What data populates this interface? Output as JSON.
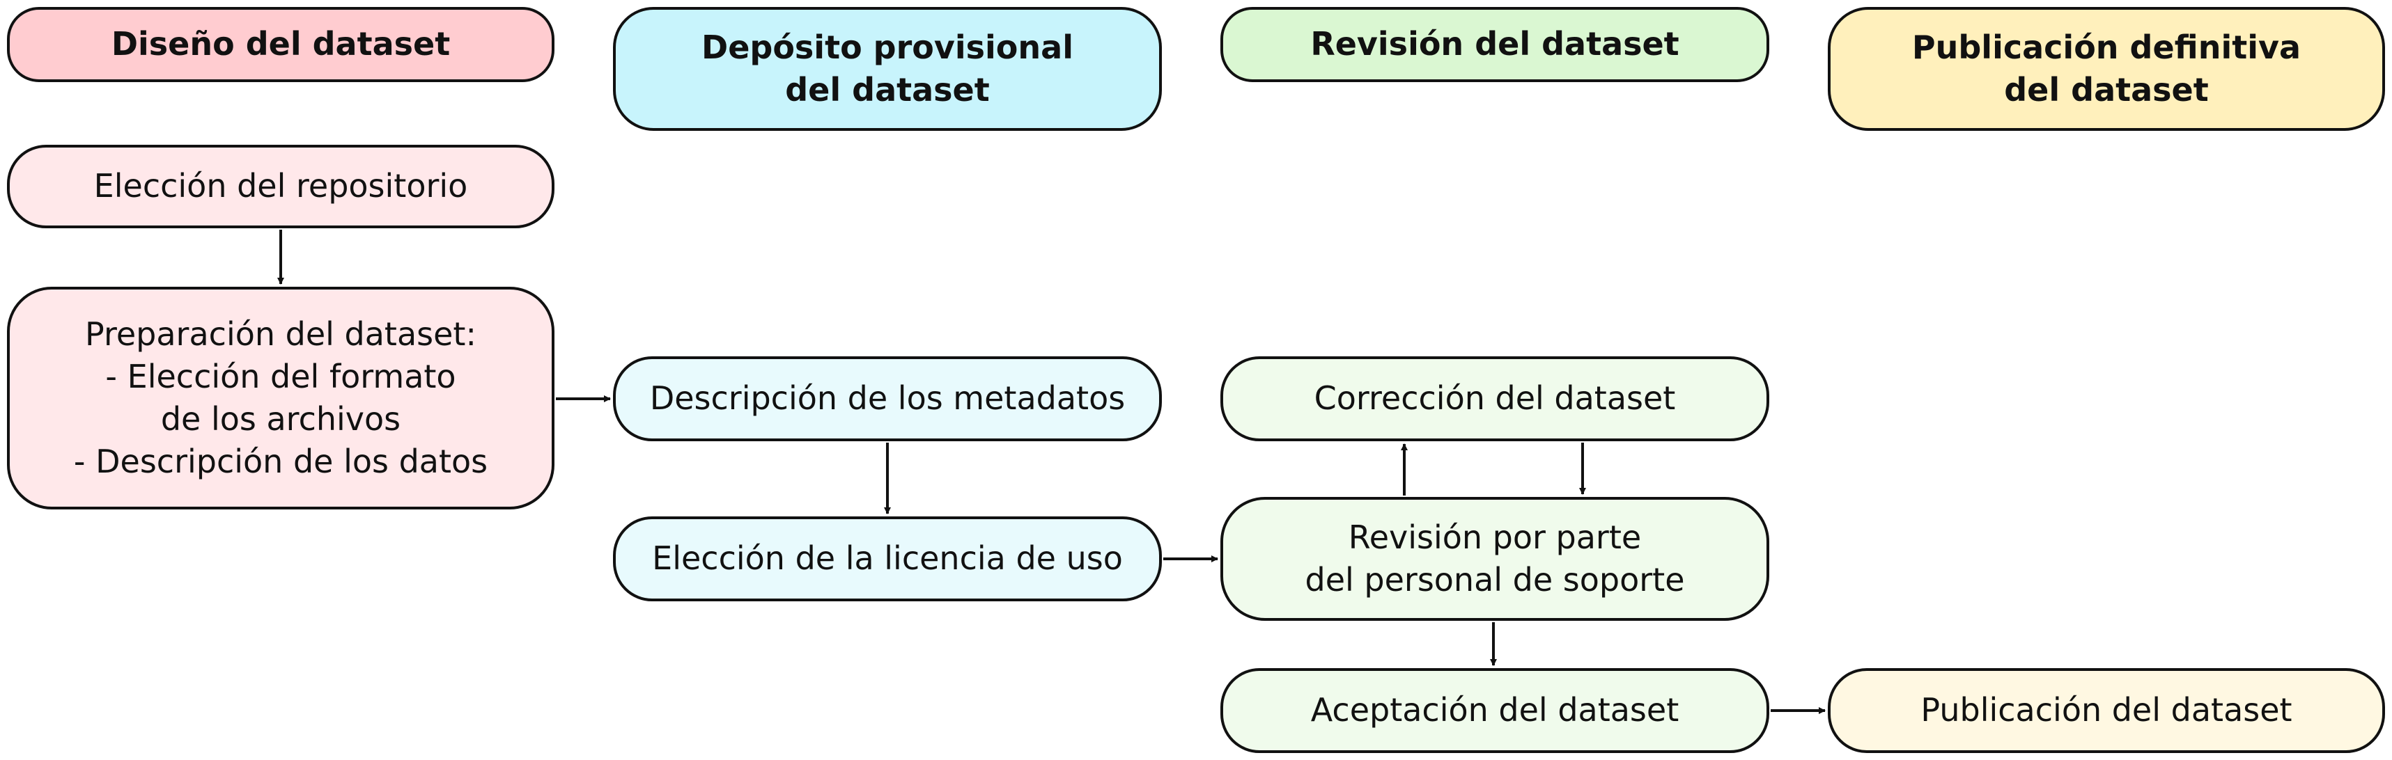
{
  "colors": {
    "design_header": "#FFCCD0",
    "design_step": "#FFE8EA",
    "deposit_header": "#C8F4FC",
    "deposit_step": "#E8FAFD",
    "review_header": "#DAF7D2",
    "review_step": "#F0FBEC",
    "publish_header": "#FFF0BC",
    "publish_step": "#FFF8E2",
    "stroke": "#111111"
  },
  "headers": {
    "design": "Diseño del dataset",
    "deposit": "Depósito provisional\ndel dataset",
    "review": "Revisión del dataset",
    "publish": "Publicación definitiva\ndel dataset"
  },
  "steps": {
    "repository": "Elección del repositorio",
    "preparation": "Preparación del dataset:\n- Elección del formato\nde los archivos\n- Descripción de los datos",
    "metadata": "Descripción de los metadatos",
    "license": "Elección de la licencia de uso",
    "correction": "Corrección del dataset",
    "revision": "Revisión por parte\ndel personal de soporte",
    "acceptance": "Aceptación del dataset",
    "publication": "Publicación del dataset"
  },
  "connections": [
    {
      "from": "repository",
      "to": "preparation"
    },
    {
      "from": "preparation",
      "to": "metadata"
    },
    {
      "from": "metadata",
      "to": "license"
    },
    {
      "from": "license",
      "to": "revision"
    },
    {
      "from": "revision",
      "to": "correction"
    },
    {
      "from": "correction",
      "to": "revision"
    },
    {
      "from": "revision",
      "to": "acceptance"
    },
    {
      "from": "acceptance",
      "to": "publication"
    }
  ]
}
